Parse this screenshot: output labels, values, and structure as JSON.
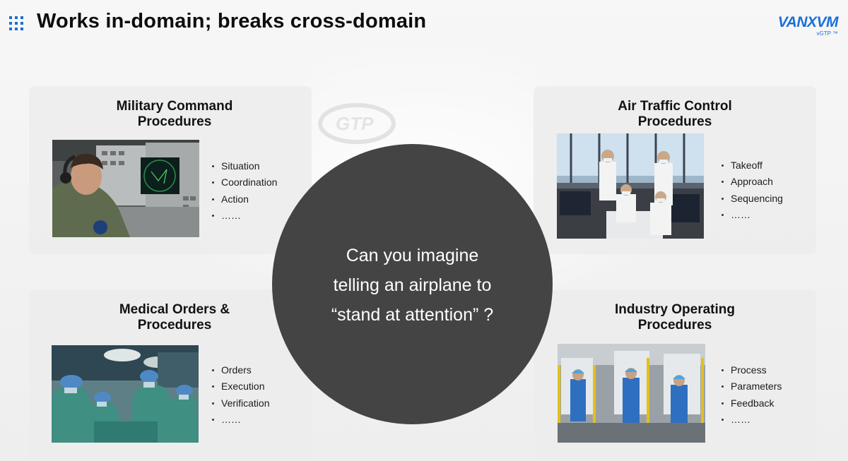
{
  "header": {
    "title": "Works in-domain; breaks cross-domain",
    "logo": {
      "word": "VANXVM",
      "sub": "vGTP ™"
    }
  },
  "colors": {
    "accent": "#1a6fd8",
    "circle": "#444444",
    "card_bg": "#ececec"
  },
  "cards": [
    {
      "title_lines": [
        "Military Command",
        "Procedures"
      ],
      "image": "radar-operator-console-photo",
      "bullets": [
        "Situation",
        "Coordination",
        "Action",
        "……"
      ]
    },
    {
      "title_lines": [
        "Air Traffic Control",
        "Procedures"
      ],
      "image": "air-traffic-control-room-photo",
      "bullets": [
        "Takeoff",
        "Approach",
        "Sequencing",
        "……"
      ]
    },
    {
      "title_lines": [
        "Medical Orders &",
        "Procedures"
      ],
      "image": "surgical-team-operating-room-photo",
      "bullets": [
        "Orders",
        "Execution",
        "Verification",
        "……"
      ]
    },
    {
      "title_lines": [
        "Industry Operating",
        "Procedures"
      ],
      "image": "factory-assembly-line-photo",
      "bullets": [
        "Process",
        "Parameters",
        "Feedback",
        "……"
      ]
    }
  ],
  "center": {
    "lines": [
      "Can you imagine",
      "telling an airplane to",
      "“stand at attention” ?"
    ]
  }
}
